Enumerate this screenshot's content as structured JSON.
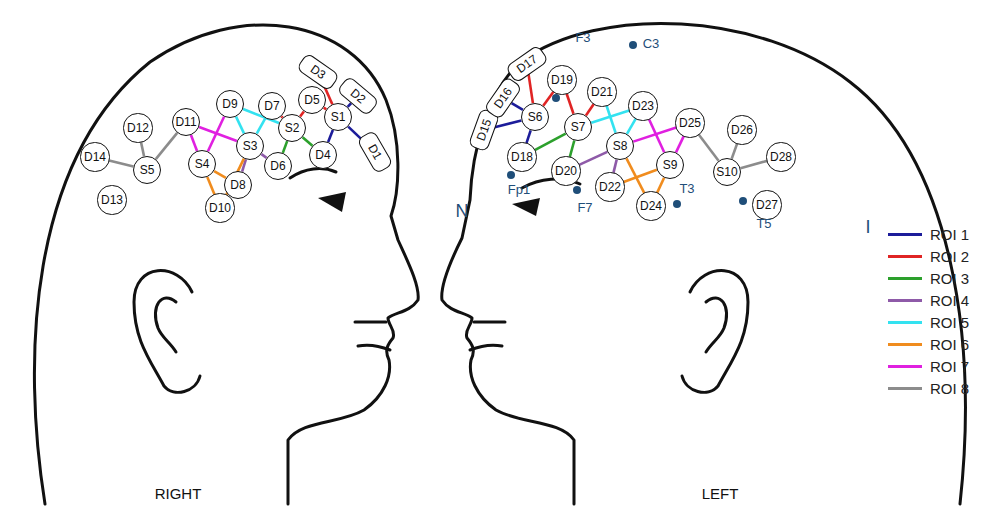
{
  "diagram": {
    "nodes": [
      {
        "text": [
          "S1"
        ]
      },
      {
        "text": [
          "S2"
        ]
      },
      {
        "text": [
          "S3"
        ]
      },
      {
        "text": [
          "S4"
        ]
      },
      {
        "text": [
          "S5"
        ]
      },
      {
        "text": [
          "D1"
        ]
      },
      {
        "text": [
          "D2"
        ]
      },
      {
        "text": [
          "D3"
        ]
      },
      {
        "text": [
          "D4"
        ]
      },
      {
        "text": [
          "D5"
        ]
      },
      {
        "text": [
          "D6"
        ]
      },
      {
        "text": [
          "D7"
        ]
      },
      {
        "text": [
          "D8"
        ]
      },
      {
        "text": [
          "D9"
        ]
      },
      {
        "text": [
          "D10"
        ]
      },
      {
        "text": [
          "D11"
        ]
      },
      {
        "text": [
          "D12"
        ]
      },
      {
        "text": [
          "D13"
        ]
      },
      {
        "text": [
          "D14"
        ]
      },
      {
        "text": [
          "S6"
        ]
      },
      {
        "text": [
          "S7"
        ]
      },
      {
        "text": [
          "S8"
        ]
      },
      {
        "text": [
          "S9"
        ]
      },
      {
        "text": [
          "S10"
        ]
      },
      {
        "text": [
          "D15"
        ]
      },
      {
        "text": [
          "D16"
        ]
      },
      {
        "text": [
          "D17"
        ]
      },
      {
        "text": [
          "D18"
        ]
      },
      {
        "text": [
          "D19"
        ]
      },
      {
        "text": [
          "D20"
        ]
      },
      {
        "text": [
          "D21"
        ]
      },
      {
        "text": [
          "D22"
        ]
      },
      {
        "text": [
          "D23"
        ]
      },
      {
        "text": [
          "D24"
        ]
      },
      {
        "text": [
          "D25"
        ]
      },
      {
        "text": [
          "D26"
        ]
      },
      {
        "text": [
          "D27"
        ]
      },
      {
        "text": [
          "D28"
        ]
      }
    ],
    "edges": [
      {
        "from": 0,
        "to": 5,
        "arrow": "none"
      },
      {
        "from": 0,
        "to": 6,
        "arrow": "none"
      },
      {
        "from": 0,
        "to": 8,
        "arrow": "none"
      },
      {
        "from": 0,
        "to": 7,
        "arrow": "none"
      },
      {
        "from": 0,
        "to": 9,
        "arrow": "none"
      },
      {
        "from": 1,
        "to": 9,
        "arrow": "none"
      },
      {
        "from": 1,
        "to": 11,
        "arrow": "none"
      },
      {
        "from": 1,
        "to": 8,
        "arrow": "none"
      },
      {
        "from": 1,
        "to": 10,
        "arrow": "none"
      },
      {
        "from": 2,
        "to": 10,
        "arrow": "none"
      },
      {
        "from": 2,
        "to": 12,
        "arrow": "none"
      },
      {
        "from": 2,
        "to": 11,
        "arrow": "none"
      },
      {
        "from": 2,
        "to": 13,
        "arrow": "none"
      },
      {
        "from": 1,
        "to": 13,
        "arrow": "none"
      },
      {
        "from": 3,
        "to": 12,
        "arrow": "none"
      },
      {
        "from": 3,
        "to": 14,
        "arrow": "none"
      },
      {
        "from": 2,
        "to": 14,
        "arrow": "none"
      },
      {
        "from": 3,
        "to": 13,
        "arrow": "none"
      },
      {
        "from": 3,
        "to": 15,
        "arrow": "none"
      },
      {
        "from": 2,
        "to": 15,
        "arrow": "none"
      },
      {
        "from": 4,
        "to": 15,
        "arrow": "none"
      },
      {
        "from": 4,
        "to": 16,
        "arrow": "none"
      },
      {
        "from": 4,
        "to": 18,
        "arrow": "none"
      },
      {
        "from": 19,
        "to": 24,
        "arrow": "none"
      },
      {
        "from": 19,
        "to": 25,
        "arrow": "none"
      },
      {
        "from": 19,
        "to": 27,
        "arrow": "none"
      },
      {
        "from": 19,
        "to": 26,
        "arrow": "none"
      },
      {
        "from": 19,
        "to": 28,
        "arrow": "none"
      },
      {
        "from": 20,
        "to": 28,
        "arrow": "none"
      },
      {
        "from": 20,
        "to": 30,
        "arrow": "none"
      },
      {
        "from": 20,
        "to": 27,
        "arrow": "none"
      },
      {
        "from": 20,
        "to": 29,
        "arrow": "none"
      },
      {
        "from": 21,
        "to": 29,
        "arrow": "none"
      },
      {
        "from": 21,
        "to": 31,
        "arrow": "none"
      },
      {
        "from": 21,
        "to": 30,
        "arrow": "none"
      },
      {
        "from": 21,
        "to": 32,
        "arrow": "none"
      },
      {
        "from": 20,
        "to": 32,
        "arrow": "none"
      },
      {
        "from": 22,
        "to": 31,
        "arrow": "none"
      },
      {
        "from": 22,
        "to": 33,
        "arrow": "none"
      },
      {
        "from": 21,
        "to": 33,
        "arrow": "none"
      },
      {
        "from": 22,
        "to": 32,
        "arrow": "none"
      },
      {
        "from": 22,
        "to": 34,
        "arrow": "none"
      },
      {
        "from": 21,
        "to": 34,
        "arrow": "none"
      },
      {
        "from": 23,
        "to": 34,
        "arrow": "none"
      },
      {
        "from": 23,
        "to": 35,
        "arrow": "none"
      },
      {
        "from": 23,
        "to": 37,
        "arrow": "none"
      }
    ],
    "labels": [
      "RIGHT",
      "LEFT",
      "C3",
      "F3",
      "Fp1",
      "F7",
      "T3",
      "T5",
      "N",
      "I"
    ],
    "legend": [
      {
        "text": "ROI 1",
        "color": "#1c1c9a"
      },
      {
        "text": "ROI 2",
        "color": "#e02424"
      },
      {
        "text": "ROI 3",
        "color": "#2ca02c"
      },
      {
        "text": "ROI 4",
        "color": "#8e5aa8"
      },
      {
        "text": "ROI 5",
        "color": "#33e2f0"
      },
      {
        "text": "ROI 6",
        "color": "#f08c1e"
      },
      {
        "text": "ROI 7",
        "color": "#e020e0"
      },
      {
        "text": "ROI 8",
        "color": "#8c8c8c"
      }
    ]
  }
}
